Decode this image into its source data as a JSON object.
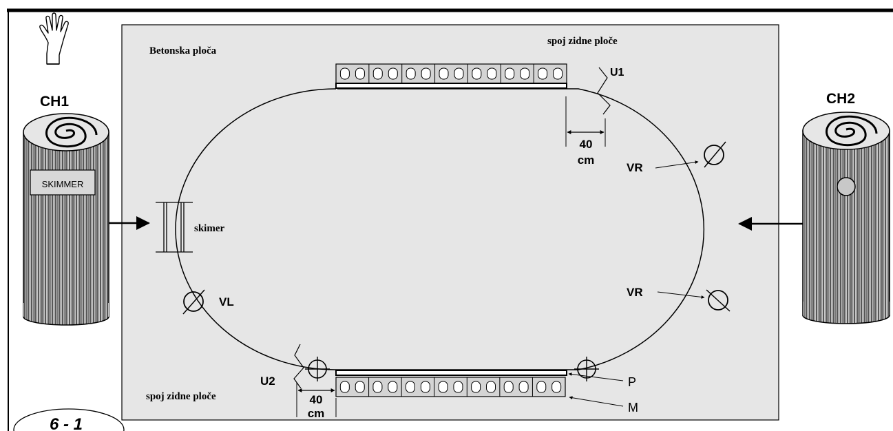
{
  "figure_number": "6 - 1",
  "slab_label": "Betonska ploča",
  "wall_joint_top_label": "spoj zidne ploče",
  "wall_joint_bottom_label": "spoj zidne ploče",
  "roll_left": {
    "label": "CH1",
    "tag": "SKIMMER"
  },
  "roll_right": {
    "label": "CH2"
  },
  "skimmer_label": "skimer",
  "markers": {
    "u1": "U1",
    "u2": "U2",
    "vr_upper": "VR",
    "vr_lower": "VR",
    "vl": "VL",
    "p": "P",
    "m": "M"
  },
  "dimension_top": {
    "value": "40",
    "unit": "cm"
  },
  "dimension_bottom": {
    "value": "40",
    "unit": "cm"
  },
  "colors": {
    "slab_fill": "#e6e6e6",
    "line": "#000000",
    "block_fill": "#d4d4d4",
    "roll_fill": "#bdbdbd"
  },
  "icons": [
    "hand-icon",
    "roll-icon"
  ]
}
